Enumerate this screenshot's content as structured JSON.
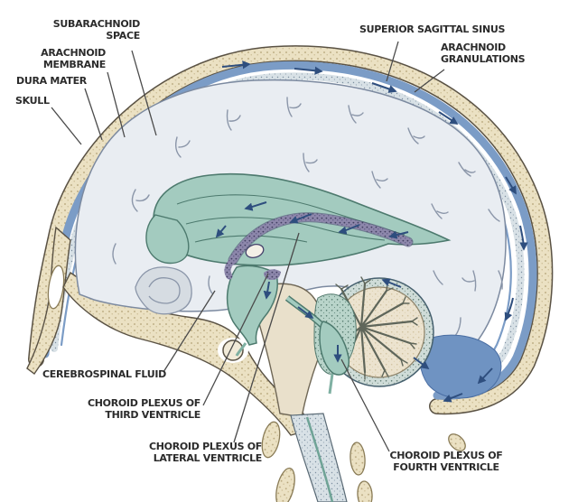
{
  "diagram": {
    "subject": "Cerebrospinal fluid circulation, sagittal section of head",
    "labels": {
      "subarachnoid_space": {
        "lines": [
          "SUBARACHNOID",
          "SPACE"
        ]
      },
      "arachnoid_membrane": {
        "lines": [
          "ARACHNOID",
          "MEMBRANE"
        ]
      },
      "dura_mater": {
        "lines": [
          "DURA MATER"
        ]
      },
      "skull": {
        "lines": [
          "SKULL"
        ]
      },
      "superior_sagittal_sinus": {
        "lines": [
          "SUPERIOR SAGITTAL SINUS"
        ]
      },
      "arachnoid_granulations": {
        "lines": [
          "ARACHNOID",
          "GRANULATIONS"
        ]
      },
      "cerebrospinal_fluid": {
        "lines": [
          "CEREBROSPINAL FLUID"
        ]
      },
      "choroid_plexus_third_ventricle": {
        "lines": [
          "CHOROID PLEXUS OF",
          "THIRD VENTRICLE"
        ]
      },
      "choroid_plexus_lateral_ventricle": {
        "lines": [
          "CHOROID PLEXUS OF",
          "LATERAL VENTRICLE"
        ]
      },
      "choroid_plexus_fourth_ventricle": {
        "lines": [
          "CHOROID PLEXUS OF",
          "FOURTH VENTRICLE"
        ]
      }
    },
    "colors": {
      "background": "#ffffff",
      "skull_bone": "#ebe1c3",
      "bone_stipple": "#b3a176",
      "csf_blue": "#7b9cc6",
      "cisterna_blue": "#6f93c2",
      "arachnoid_stipple": "#d8e1e6",
      "brain_tissue": "#e9edf2",
      "sulci_line": "#8b96a9",
      "ventricle_teal": "#a3cbbf",
      "ventricle_outline": "#4d7a6e",
      "choroid_plexus_purple": "#8d87ab",
      "cerebellum_cream": "#ece3cf",
      "midbrain_cream": "#e9e0cb",
      "flow_arrow": "#2e4e7e",
      "label_text": "#2b2b2b",
      "leader_line": "#4a4a4a"
    }
  }
}
